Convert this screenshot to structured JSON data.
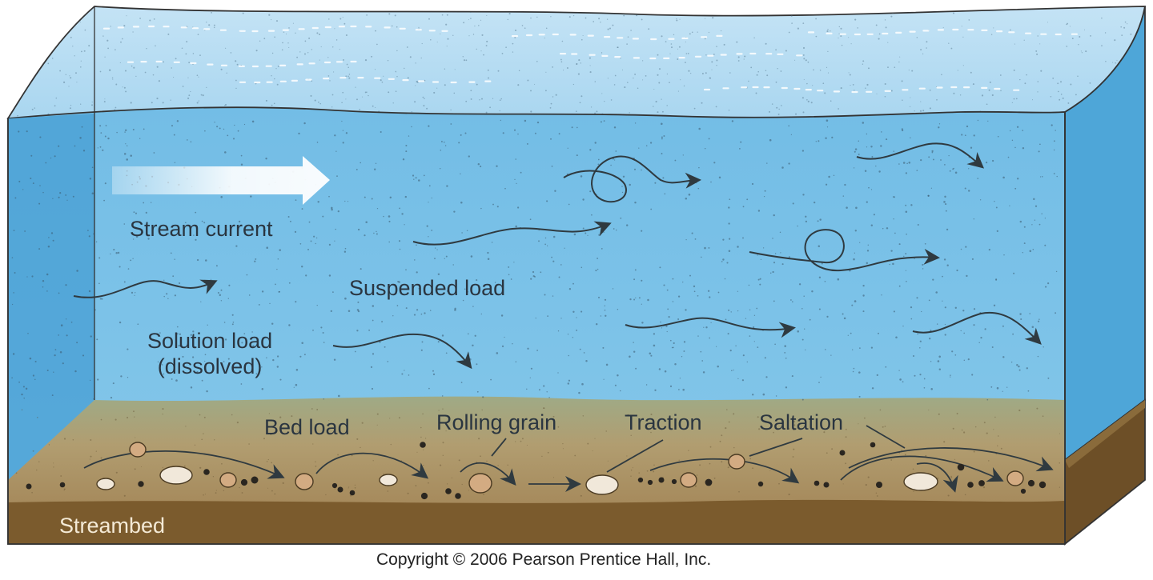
{
  "labels": {
    "stream_current": "Stream current",
    "suspended_load": "Suspended load",
    "solution_load_line1": "Solution load",
    "solution_load_line2": "(dissolved)",
    "bed_load": "Bed load",
    "rolling_grain": "Rolling grain",
    "traction": "Traction",
    "saltation": "Saltation",
    "streambed": "Streambed"
  },
  "copyright": "Copyright © 2006 Pearson Prentice Hall, Inc.",
  "colors": {
    "water_front": "#7ec3e6",
    "water_top": "#b8ddf2",
    "water_side": "#4aa3d6",
    "sediment": "#b39f74",
    "streambed": "#7a5a2e",
    "arrow": "#2f3a40"
  },
  "icons": [
    "current-arrow-icon",
    "flow-arrow-icon",
    "eddy-loop-icon",
    "grain-icon"
  ]
}
